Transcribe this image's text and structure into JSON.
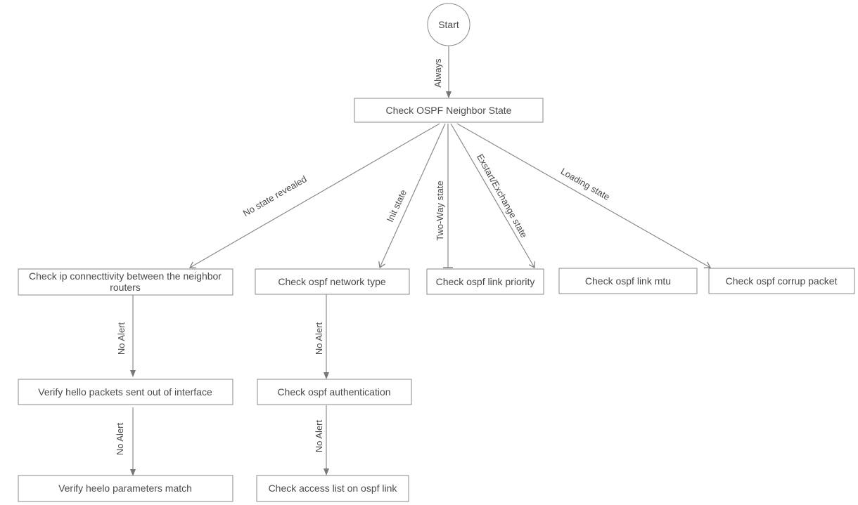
{
  "diagram": {
    "nodes": {
      "start": "Start",
      "neighbor_state": "Check OSPF Neighbor State",
      "ip_connectivity_line1": "Check ip connecttivity between the neighbor",
      "ip_connectivity_line2": "routers",
      "network_type": "Check ospf network type",
      "link_priority": "Check ospf link priority",
      "link_mtu": "Check ospf link mtu",
      "corrup_packet": "Check ospf corrup packet",
      "hello_packets": "Verify hello packets sent out of interface",
      "authentication": "Check ospf authentication",
      "heelo_params": "Verify heelo parameters match",
      "access_list": "Check access list on ospf link"
    },
    "edges": {
      "always": "Always",
      "no_state": "No state revealed",
      "init": "Init state",
      "two_way": "Two-Way state",
      "exstart": "Exstart/Exchange state",
      "loading": "Loading state",
      "no_alert_1": "No Alert",
      "no_alert_2": "No Alert",
      "no_alert_3": "No Alert",
      "no_alert_4": "No Alert"
    },
    "colors": {
      "stroke": "#8a8a8a",
      "text": "#4a4a4a",
      "background": "#ffffff"
    }
  }
}
